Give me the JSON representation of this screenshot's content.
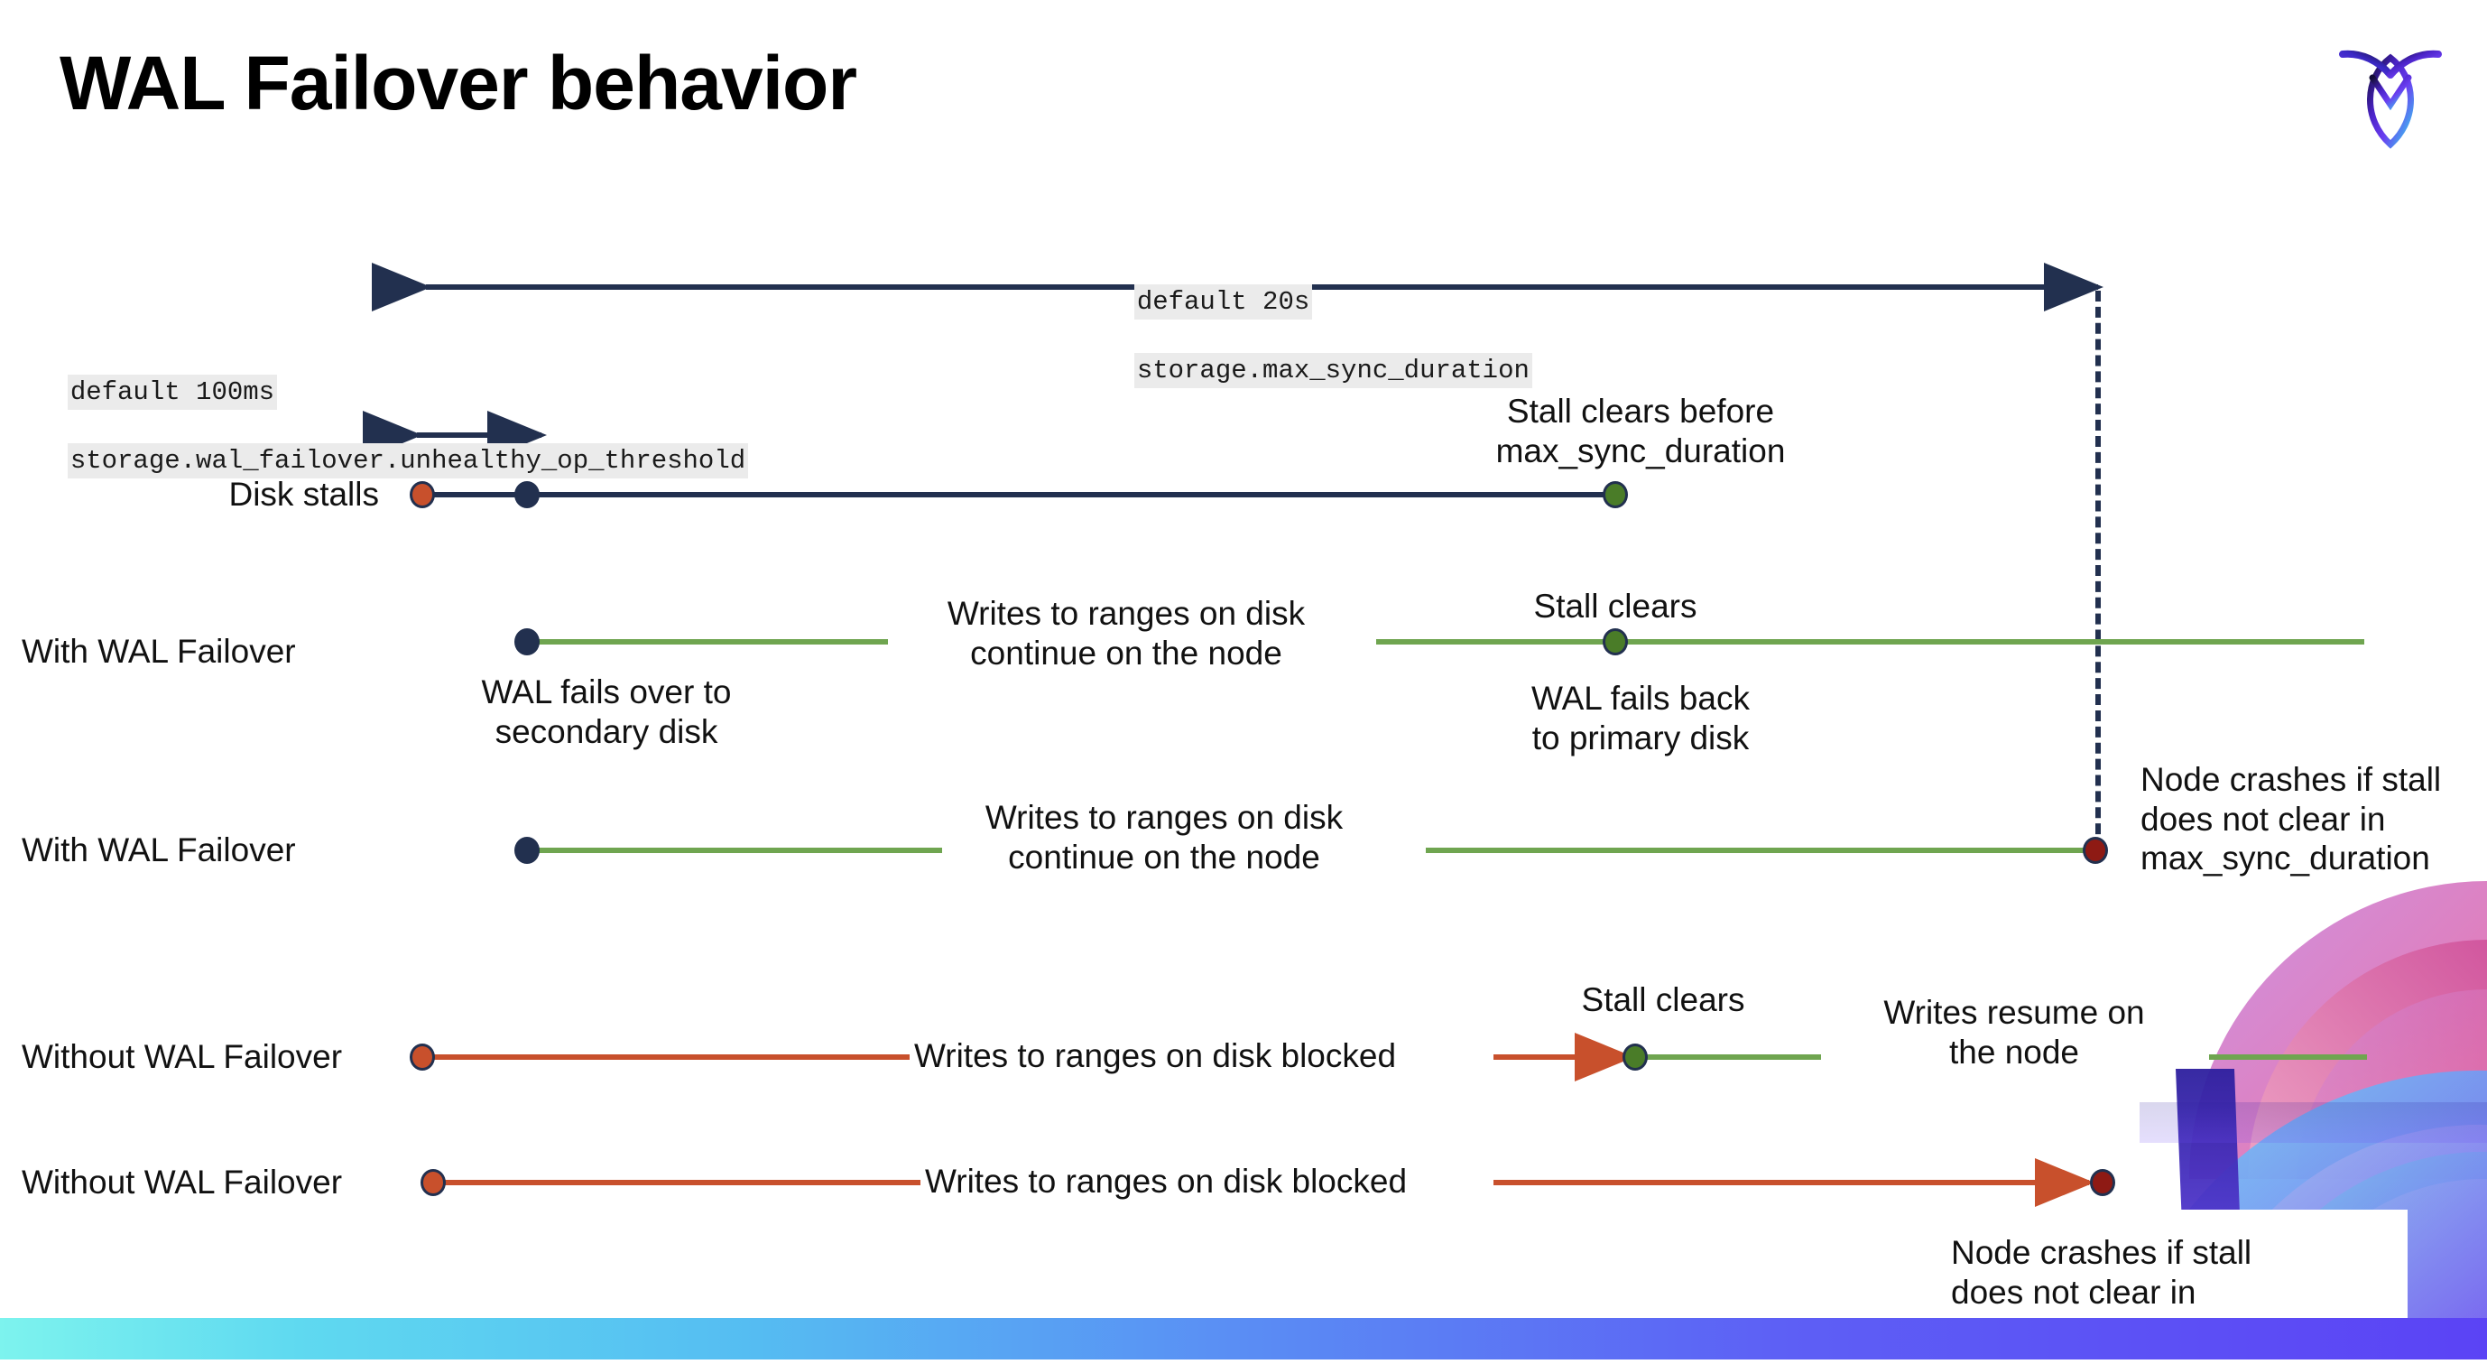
{
  "slide": {
    "title": "WAL Failover behavior",
    "logo_name": "cockroachdb-logo"
  },
  "settings": {
    "max_sync": {
      "default_label": "default 20s",
      "setting_name": "storage.max_sync_duration"
    },
    "unhealthy_threshold": {
      "default_label": "default 100ms",
      "setting_name": "storage.wal_failover.unhealthy_op_threshold"
    }
  },
  "rows": {
    "disk_stalls": {
      "label": "Disk stalls",
      "note_stall_clears": "Stall clears before\nmax_sync_duration"
    },
    "with_failover_clears": {
      "label": "With WAL Failover",
      "note_fails_over": "WAL fails over to\nsecondary disk",
      "note_writes_continue": "Writes to ranges on disk\ncontinue on the node",
      "note_stall_clears": "Stall clears",
      "note_fails_back": "WAL fails  back\nto primary disk"
    },
    "with_failover_crash": {
      "label": "With WAL Failover",
      "note_writes_continue": "Writes to ranges on disk\ncontinue on the node",
      "note_crash": "Node crashes if stall\ndoes not clear in\nmax_sync_duration"
    },
    "without_failover_clears": {
      "label": "Without WAL Failover",
      "note_blocked": "Writes to ranges on disk  blocked",
      "note_stall_clears": "Stall clears",
      "note_writes_resume": "Writes resume on\nthe node"
    },
    "without_failover_crash": {
      "label": "Without WAL Failover",
      "note_blocked": "Writes to ranges on disk  blocked",
      "note_crash": "Node crashes if stall\ndoes not clear in\nmax_sync_duration"
    }
  },
  "colors": {
    "navy": "#22304f",
    "green": "#6fa550",
    "green_dot": "#4a7c28",
    "red": "#c8502c",
    "dark_red": "#8e1a14",
    "code_chip_bg": "#ebebeb"
  }
}
